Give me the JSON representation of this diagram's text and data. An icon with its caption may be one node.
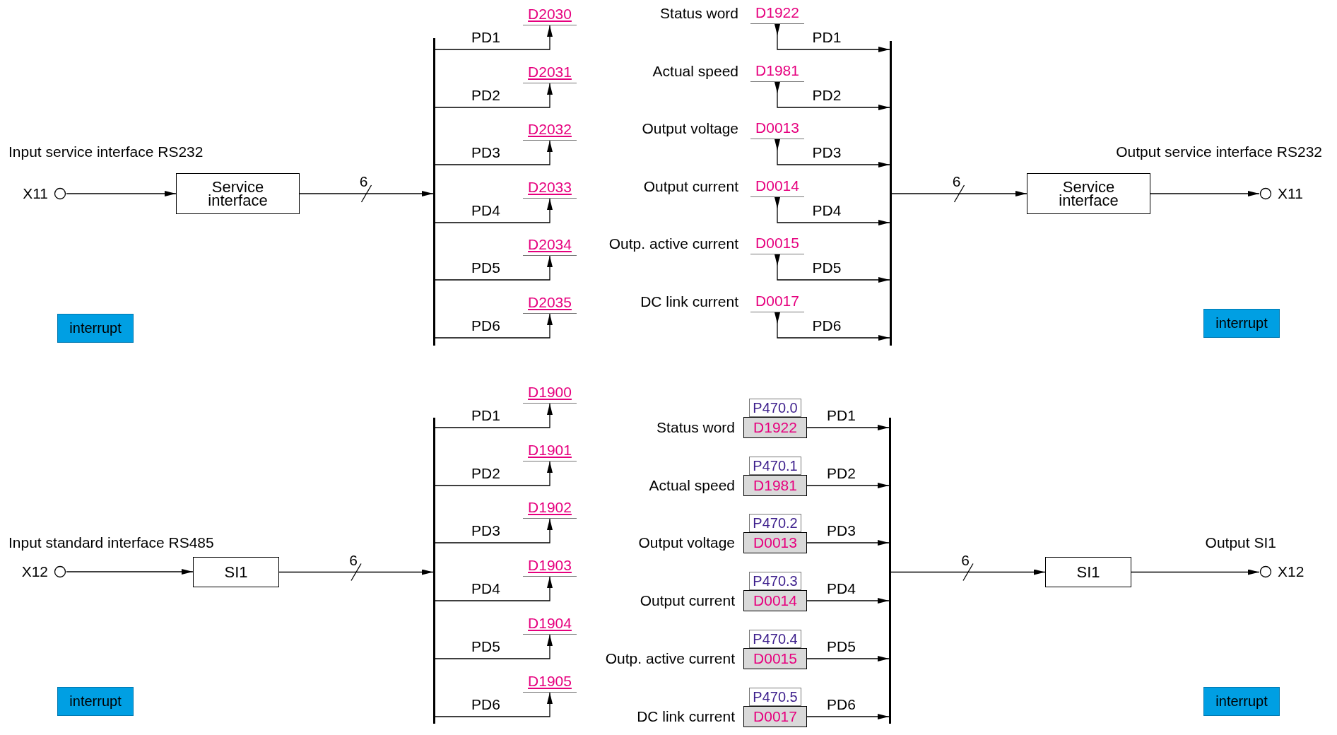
{
  "diagram": {
    "nodes": [
      {
        "text": [
          "X11"
        ]
      },
      {
        "text": [
          "Service interface"
        ]
      },
      {
        "text": [],
        "shape": "bar"
      },
      {
        "text": [
          "D2030"
        ]
      },
      {
        "text": [
          "D2031"
        ]
      },
      {
        "text": [
          "D2032"
        ]
      },
      {
        "text": [
          "D2033"
        ]
      },
      {
        "text": [
          "D2034"
        ]
      },
      {
        "text": [
          "D2035"
        ]
      },
      {
        "text": [
          "D1922"
        ],
        "beside": [
          "Status word"
        ]
      },
      {
        "text": [
          "D1981"
        ],
        "beside": [
          "Actual speed"
        ]
      },
      {
        "text": [
          "D0013"
        ],
        "beside": [
          "Output voltage"
        ]
      },
      {
        "text": [
          "D0014"
        ],
        "beside": [
          "Output current"
        ]
      },
      {
        "text": [
          "D0015"
        ],
        "beside": [
          "Outp. active current"
        ]
      },
      {
        "text": [
          "D0017"
        ],
        "beside": [
          "DC link current"
        ]
      },
      {
        "text": [],
        "shape": "bar"
      },
      {
        "text": [
          "Service interface"
        ]
      },
      {
        "text": [
          "X11"
        ]
      },
      {
        "text": [
          "X12"
        ]
      },
      {
        "text": [
          "SI1"
        ]
      },
      {
        "text": [],
        "shape": "bar"
      },
      {
        "text": [
          "D1900"
        ]
      },
      {
        "text": [
          "D1901"
        ]
      },
      {
        "text": [
          "D1902"
        ]
      },
      {
        "text": [
          "D1903"
        ]
      },
      {
        "text": [
          "D1904"
        ]
      },
      {
        "text": [
          "D1905"
        ]
      },
      {
        "text": [
          "P470.0",
          "D1922"
        ],
        "beside": [
          "Status word"
        ]
      },
      {
        "text": [
          "P470.1",
          "D1981"
        ],
        "beside": [
          "Actual speed"
        ]
      },
      {
        "text": [
          "P470.2",
          "D0013"
        ],
        "beside": [
          "Output voltage"
        ]
      },
      {
        "text": [
          "P470.3",
          "D0014"
        ],
        "beside": [
          "Output current"
        ]
      },
      {
        "text": [
          "P470.4",
          "D0015"
        ],
        "beside": [
          "Outp. active current"
        ]
      },
      {
        "text": [
          "P470.5",
          "D0017"
        ],
        "beside": [
          "DC link current"
        ]
      },
      {
        "text": [],
        "shape": "bar"
      },
      {
        "text": [
          "SI1"
        ]
      },
      {
        "text": [
          "X12"
        ]
      },
      {
        "text": [
          "interrupt"
        ]
      },
      {
        "text": [
          "interrupt"
        ]
      },
      {
        "text": [
          "interrupt"
        ]
      },
      {
        "text": [
          "interrupt"
        ]
      }
    ],
    "edges": [
      {
        "from": 0,
        "to": 1,
        "arrow": "to"
      },
      {
        "from": 1,
        "to": 2,
        "arrow": "to",
        "label": "6"
      },
      {
        "from": 2,
        "to": 3,
        "arrow": "to",
        "label": "PD1"
      },
      {
        "from": 2,
        "to": 4,
        "arrow": "to",
        "label": "PD2"
      },
      {
        "from": 2,
        "to": 5,
        "arrow": "to",
        "label": "PD3"
      },
      {
        "from": 2,
        "to": 6,
        "arrow": "to",
        "label": "PD4"
      },
      {
        "from": 2,
        "to": 7,
        "arrow": "to",
        "label": "PD5"
      },
      {
        "from": 2,
        "to": 8,
        "arrow": "to",
        "label": "PD6"
      },
      {
        "from": 9,
        "to": 15,
        "arrow": "to",
        "label": "PD1"
      },
      {
        "from": 10,
        "to": 15,
        "arrow": "to",
        "label": "PD2"
      },
      {
        "from": 11,
        "to": 15,
        "arrow": "to",
        "label": "PD3"
      },
      {
        "from": 12,
        "to": 15,
        "arrow": "to",
        "label": "PD4"
      },
      {
        "from": 13,
        "to": 15,
        "arrow": "to",
        "label": "PD5"
      },
      {
        "from": 14,
        "to": 15,
        "arrow": "to",
        "label": "PD6"
      },
      {
        "from": 15,
        "to": 16,
        "arrow": "to",
        "label": "6"
      },
      {
        "from": 16,
        "to": 17,
        "arrow": "to"
      },
      {
        "from": 18,
        "to": 19,
        "arrow": "to"
      },
      {
        "from": 19,
        "to": 20,
        "arrow": "to",
        "label": "6"
      },
      {
        "from": 20,
        "to": 21,
        "arrow": "to",
        "label": "PD1"
      },
      {
        "from": 20,
        "to": 22,
        "arrow": "to",
        "label": "PD2"
      },
      {
        "from": 20,
        "to": 23,
        "arrow": "to",
        "label": "PD3"
      },
      {
        "from": 20,
        "to": 24,
        "arrow": "to",
        "label": "PD4"
      },
      {
        "from": 20,
        "to": 25,
        "arrow": "to",
        "label": "PD5"
      },
      {
        "from": 20,
        "to": 26,
        "arrow": "to",
        "label": "PD6"
      },
      {
        "from": 27,
        "to": 33,
        "arrow": "to",
        "label": "PD1"
      },
      {
        "from": 28,
        "to": 33,
        "arrow": "to",
        "label": "PD2"
      },
      {
        "from": 29,
        "to": 33,
        "arrow": "to",
        "label": "PD3"
      },
      {
        "from": 30,
        "to": 33,
        "arrow": "to",
        "label": "PD4"
      },
      {
        "from": 31,
        "to": 33,
        "arrow": "to",
        "label": "PD5"
      },
      {
        "from": 32,
        "to": 33,
        "arrow": "to",
        "label": "PD6"
      },
      {
        "from": 33,
        "to": 34,
        "arrow": "to",
        "label": "6"
      },
      {
        "from": 34,
        "to": 35,
        "arrow": "to"
      }
    ],
    "labels": [
      "Input service interface RS232",
      "Output service interface RS232",
      "Input standard interface RS485",
      "Output SI1"
    ]
  }
}
